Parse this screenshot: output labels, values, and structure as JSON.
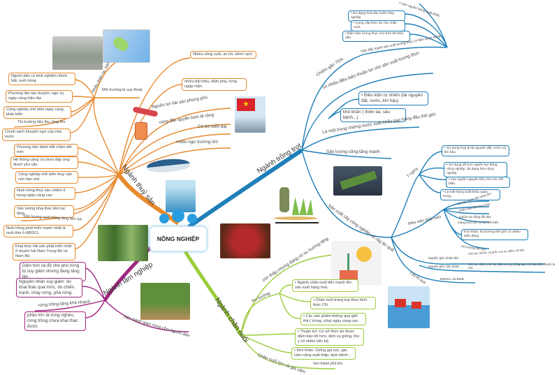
{
  "center": {
    "title": "NÔNG NGHIỆP"
  },
  "colors": {
    "fishery": "#e8892e",
    "crops": "#1f7fb8",
    "forestry": "#a02680",
    "livestock": "#9ccc3c"
  },
  "fishery": {
    "label": "Ngành thuỷ sản",
    "left_boxes": [
      "Người dân có kinh nghiệm đánh bắt, nuôi trồng",
      "Phương tiện tàu thuyền, ngư cụ ngày càng hiện đại",
      "Công nghiệp chế biến ngày càng phát triển",
      "Chính sách khuyến ngư của nhà nước",
      "Phương tiện đánh bắt chậm đổi mới",
      "Hệ thống cảng cá chưa đáp ứng được yêu cầu",
      "Công nghiệp chế biến thuỷ sản còn hạn chế",
      "Nuôi trồng thuỷ sản chiếm tỉ trọng ngày càng cao",
      "Sản lượng khai thác liên tục tăng",
      "Nuôi trồng phát triển mạnh nhất là nuôi tôm ở ĐBSCL",
      "Khai thác hải sản phát triển nhất ở duyên hải Nam Trung Bộ và Nam Bộ"
    ],
    "left_labels": [
      "Thị trường tiêu thụ rộng lớn",
      "Sản lượng nuôi trồng tăng liên tục",
      "Nhiều thiên tai, bão",
      "Môi trường bị suy thoái"
    ],
    "right_boxes": [
      "Nhiều sông suối, ao hồ, kênh rạch",
      "nhiều bãi triều, đầm phá, rừng ngập mặn."
    ],
    "right_labels": [
      "Nguồn lợi hải sản phong phú",
      "vùng đặc quyền kinh tế rộng",
      "Có bờ biển dài",
      "nhiều ngư trường lớn"
    ]
  },
  "crops": {
    "label": "Ngành trồng trọt",
    "top_label": "• Làm nguồn hàng xuất khẩu",
    "top_boxes": [
      "• Đa dạng hoá sản xuất nông nghiệp.",
      "• Cung cấp thức ăn cho chăn nuôi.",
      "• Đảm bảo lương thực cho trên 80 triệu dân."
    ],
    "importance": "Việc đẩy mạnh sản xuất lương thực có tầm quan trọng",
    "share": "Chiếm gần 75%",
    "conditions": "có nhiều điều kiện thuận lợi cho sản xuất lương thực",
    "cond_boxes": [
      "• Điều kiện tự nhiên (tài nguyên đất, nước, khí hậu)",
      "khó khăn ( thiên tai, sâu bệnh...)"
    ],
    "export": "Là một trong những nước xuất khẩu gạo hàng đầu thế giới",
    "output": "Sản lượng cũng tăng mạnh",
    "industrial": "Sản xuất cây công nghiệp và cây ăn quả",
    "meaning": "Ý nghĩa",
    "meaning_boxes": [
      "• Sử dụng hợp lý tài nguyên đất, nước và khí hậu.",
      "• Sử dụng tốt hơn nguồn lao động nông nghiệp, đa dạng hóa nông nghiệp.",
      "• Tạo nguồn nguyên liệu cho CN chế biến.",
      "• Là mặt hàng xuất khẩu quan trọng..."
    ],
    "dev": "Điều kiện phát triển",
    "dev_labels": [
      "khí hậu nhiệt đới nóng ẩm",
      "nhiều loại đất thích hợp",
      "nguồn lao động dồi dào",
      "mạng lưới các cơ sở chế biến",
      "thị trường khó tìm"
    ],
    "dev_box": "Khó khăn: thị trường thế giới có nhiều biến động",
    "origin": [
      "Nguồn gốc nhiệt đới",
      "Nguồn gốc cận nhiệt"
    ],
    "origin_details": [
      "Chủ lực nhóm: cà phê, cao su, điều, hồ tiêu",
      "Chủ lực nằm: chè, lạc, đậu tương, bông đay, cói, dâu tằm, thuốc lá chè."
    ],
    "fruit": "Cây ăn quả",
    "fruit_region": "ĐBSCL và ĐNB"
  },
  "forestry": {
    "label": "Ngành lâm nghiệp",
    "boxes": [
      "Diện tích và độ che phủ rừng bị suy giảm nhưng đang tăng lên",
      "Nguyên nhân suy giảm: do khai thác quá mức, do chiến tranh, cháy rừng, phá rừng",
      "phần lớn là rừng nghèo, rừng trồng chưa khai thác được"
    ],
    "labels": [
      "rừng trồng tăng khá nhanh",
      "Tiến hành giao rừng cho người dân"
    ]
  },
  "livestock": {
    "label": "Ngành chăn nuôi",
    "low": "còn thấp nhưng đang có xu hướng tăng",
    "trend": "Xu hướng",
    "boxes": [
      "• Ngành chăn nuôi tiến mạnh lên sản xuất hàng hoá.",
      "• Chăn nuôi trang trại theo hình thức CN.",
      "• Các sản phẩm không qua giết thịt ( trứng, sữa) ngày càng cao.",
      "• Thuận lợi: Cơ sở thức ăn được đảm bảo tốt hơn, dịch vụ giống, thú y có nhiều tiến bộ.",
      "• Khó khăn: Giống gia súc, gia cầm năng suất thấp, dịch bệnh..."
    ],
    "pig": "Chăn nuôi lợn và gia cầm",
    "pig_region": "Ven thành phố lớn"
  }
}
